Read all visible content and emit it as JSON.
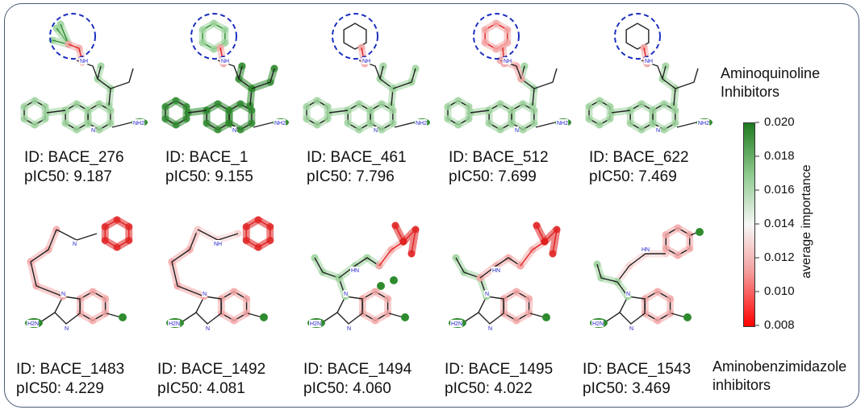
{
  "groups": {
    "top": "Aminoquinoline Inhibitors",
    "bottom": "Aminobenzimidazole inhibitors"
  },
  "colorbar": {
    "title": "average importance",
    "ticks": [
      "0.020",
      "0.018",
      "0.016",
      "0.014",
      "0.012",
      "0.010",
      "0.008"
    ],
    "range": [
      0.008,
      0.02
    ],
    "colors": {
      "high": "#1f7a1f",
      "mid": "#f7f7f7",
      "low": "#ff0000"
    }
  },
  "molecules_top": [
    {
      "id": "ID: BACE_276",
      "pic50": "pIC50: 9.187"
    },
    {
      "id": "ID: BACE_1",
      "pic50": "pIC50: 9.155"
    },
    {
      "id": "ID: BACE_461",
      "pic50": "pIC50: 7.796"
    },
    {
      "id": "ID: BACE_512",
      "pic50": "pIC50: 7.699"
    },
    {
      "id": "ID: BACE_622",
      "pic50": "pIC50: 7.469"
    }
  ],
  "molecules_bottom": [
    {
      "id": "ID: BACE_1483",
      "pic50": "pIC50: 4.229"
    },
    {
      "id": "ID: BACE_1492",
      "pic50": "pIC50: 4.081"
    },
    {
      "id": "ID: BACE_1494",
      "pic50": "pIC50: 4.060"
    },
    {
      "id": "ID: BACE_1495",
      "pic50": "pIC50: 4.022"
    },
    {
      "id": "ID: BACE_1543",
      "pic50": "pIC50: 3.469"
    }
  ]
}
